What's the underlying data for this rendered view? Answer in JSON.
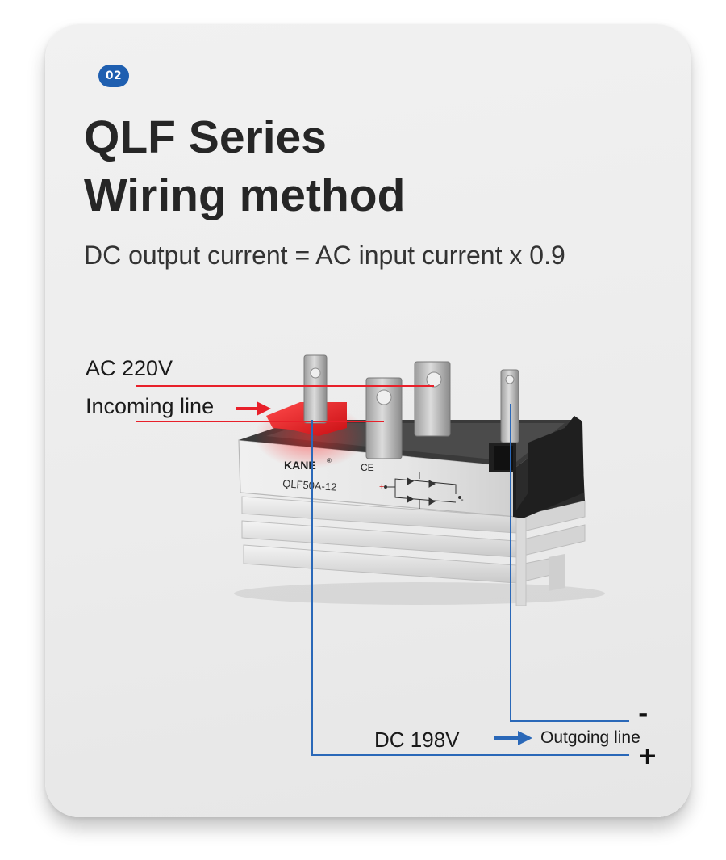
{
  "badge": "02",
  "title": {
    "line1": "QLF Series",
    "line2": "Wiring method"
  },
  "subtitle": "DC output current = AC input current x 0.9",
  "input": {
    "voltage": "AC 220V",
    "line_label": "Incoming line"
  },
  "output": {
    "voltage": "DC 198V",
    "line_label": "Outgoing line",
    "minus": "-",
    "plus": "+"
  },
  "product": {
    "brand": "KANE",
    "brand_mark": "®",
    "ce_mark": "CE",
    "model": "QLF50A-12",
    "plus_mark": "+",
    "minus_mark": "-"
  },
  "colors": {
    "input_line": "#e8202a",
    "output_line": "#2a68b8",
    "badge": "#1f5fb0",
    "title": "#262626"
  },
  "icons": {
    "input_arrow": "arrow-right-icon",
    "output_arrow": "arrow-right-icon"
  }
}
